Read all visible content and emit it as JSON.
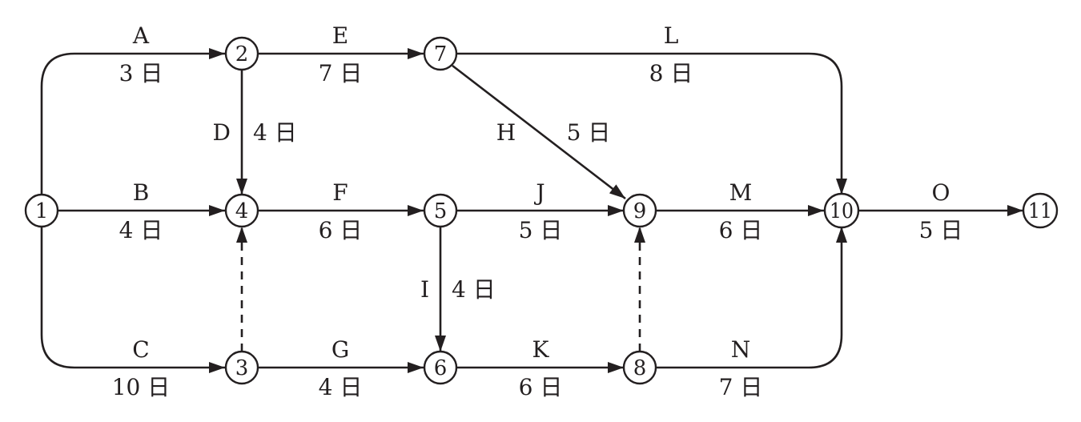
{
  "diagram": {
    "type": "activity-on-arrow network",
    "line_color": "#231f20",
    "nodes": [
      {
        "id": "n1",
        "label": "1"
      },
      {
        "id": "n2",
        "label": "2"
      },
      {
        "id": "n3",
        "label": "3"
      },
      {
        "id": "n4",
        "label": "4"
      },
      {
        "id": "n5",
        "label": "5"
      },
      {
        "id": "n6",
        "label": "6"
      },
      {
        "id": "n7",
        "label": "7"
      },
      {
        "id": "n8",
        "label": "8"
      },
      {
        "id": "n9",
        "label": "9"
      },
      {
        "id": "n10",
        "label": "10"
      },
      {
        "id": "n11",
        "label": "11"
      }
    ],
    "activities": [
      {
        "id": "A",
        "name": "A",
        "duration": "3 日",
        "from": "1",
        "to": "2"
      },
      {
        "id": "B",
        "name": "B",
        "duration": "4 日",
        "from": "1",
        "to": "4"
      },
      {
        "id": "C",
        "name": "C",
        "duration": "10 日",
        "from": "1",
        "to": "3"
      },
      {
        "id": "D",
        "name": "D",
        "duration": "4 日",
        "from": "2",
        "to": "4"
      },
      {
        "id": "E",
        "name": "E",
        "duration": "7 日",
        "from": "2",
        "to": "7"
      },
      {
        "id": "F",
        "name": "F",
        "duration": "6 日",
        "from": "4",
        "to": "5"
      },
      {
        "id": "G",
        "name": "G",
        "duration": "4 日",
        "from": "3",
        "to": "6"
      },
      {
        "id": "H",
        "name": "H",
        "duration": "5 日",
        "from": "7",
        "to": "9"
      },
      {
        "id": "I",
        "name": "I",
        "duration": "4 日",
        "from": "5",
        "to": "6"
      },
      {
        "id": "J",
        "name": "J",
        "duration": "5 日",
        "from": "5",
        "to": "9"
      },
      {
        "id": "K",
        "name": "K",
        "duration": "6 日",
        "from": "6",
        "to": "8"
      },
      {
        "id": "L",
        "name": "L",
        "duration": "8 日",
        "from": "7",
        "to": "10"
      },
      {
        "id": "M",
        "name": "M",
        "duration": "6 日",
        "from": "9",
        "to": "10"
      },
      {
        "id": "N",
        "name": "N",
        "duration": "7 日",
        "from": "8",
        "to": "10"
      },
      {
        "id": "O",
        "name": "O",
        "duration": "5 日",
        "from": "10",
        "to": "11"
      }
    ],
    "dummies": [
      {
        "id": "d34",
        "from": "3",
        "to": "4"
      },
      {
        "id": "d89",
        "from": "8",
        "to": "9"
      }
    ]
  }
}
